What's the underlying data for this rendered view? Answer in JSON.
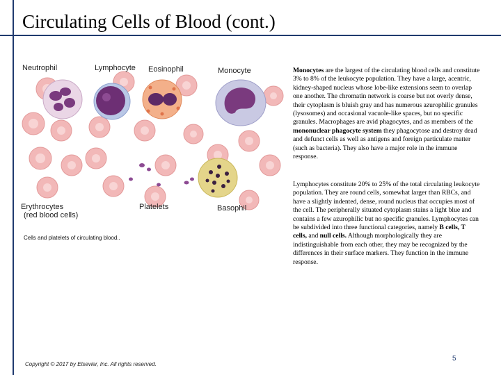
{
  "slide": {
    "title": "Circulating Cells of Blood (cont.)",
    "page_number": "5",
    "copyright": "Copyright © 2017 by Elsevier, Inc. All rights reserved."
  },
  "figure": {
    "labels": {
      "neutrophil": "Neutrophil",
      "lymphocyte": "Lymphocyte",
      "eosinophil": "Eosinophil",
      "monocyte": "Monocyte",
      "erythrocytes": "Erythrocytes",
      "erythrocytes_sub": "(red blood cells)",
      "platelets": "Platelets",
      "basophil": "Basophil"
    },
    "caption": "Cells and platelets of circulating blood..",
    "colors": {
      "rbc": "#f2b8b8",
      "nucleus_purple": "#7a3a7e",
      "cytoplasm_lilac": "#d9c4e0",
      "eosinophil_granules": "#e0734a",
      "basophil_granules": "#3a2040"
    }
  },
  "text": {
    "monocytes": {
      "b1": "Monocytes",
      "t1": " are the largest of the circulating blood cells and constitute 3% to 8% of the leukocyte population. They have a large, acentric, kidney-shaped nucleus whose lobe-like extensions seem to overlap one another. The chromatin network is coarse but not overly dense, their cytoplasm is bluish gray and has numerous azurophilic granules (lysosomes) and occasional vacuole-like spaces, but no specific granules. Macrophages are avid phagocytes, and as members of the ",
      "b2": "mononuclear phagocyte system",
      "t2": " they phagocytose and destroy dead and defunct cells as well as antigens and foreign particulate matter (such as bacteria). They also have a major role in the immune response."
    },
    "lymphocytes": {
      "t1": "Lymphocytes constitute 20% to 25% of the total circulating leukocyte population. They are round cells, somewhat larger than RBCs, and have a slightly indented, dense, round nucleus that occupies most of the cell. The peripherally situated cytoplasm stains a light blue and contains a few azurophilic but no specific granules. Lymphocytes can be subdivided into three functional categories, namely ",
      "b1": "B cells, T cells,",
      "t2": " and ",
      "b2": "null cells.",
      "t3": " Although morphologically they are indistinguishable from each other, they may be recognized by the differences in their surface markers. They function in the immune response."
    }
  }
}
